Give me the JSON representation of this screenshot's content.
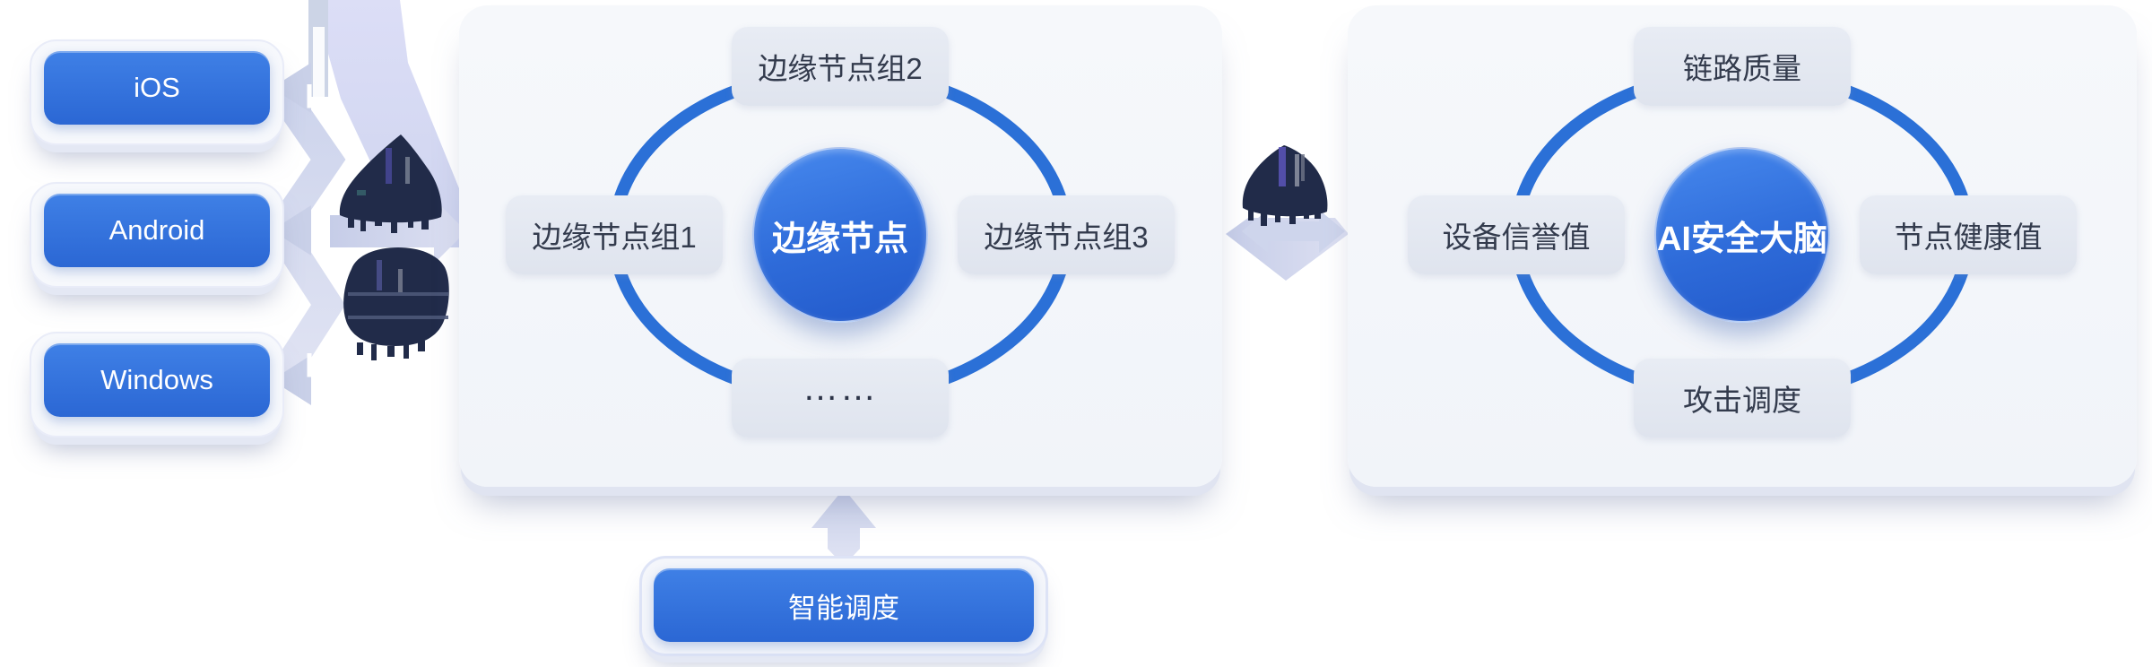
{
  "palette": {
    "accent_blue": "#2E72DC",
    "ring_blue": "#2B70D7",
    "panel_bg": "#F4F6FA",
    "node_box_bg": "#E3E8F1",
    "node_text": "#333B4D",
    "connector_lavender": "#CDD4EB",
    "artifact_navy": "#212B49",
    "white": "#FFFFFF"
  },
  "devices": {
    "items": [
      {
        "label": "iOS"
      },
      {
        "label": "Android"
      },
      {
        "label": "Windows"
      }
    ]
  },
  "edge_panel": {
    "center": "边缘节点",
    "top": "边缘节点组2",
    "left": "边缘节点组1",
    "right": "边缘节点组3",
    "bottom": "……"
  },
  "brain_panel": {
    "center": "AI安全大脑",
    "top": "链路质量",
    "left": "设备信誉值",
    "right": "节点健康值",
    "bottom": "攻击调度"
  },
  "scheduler": {
    "label": "智能调度"
  }
}
